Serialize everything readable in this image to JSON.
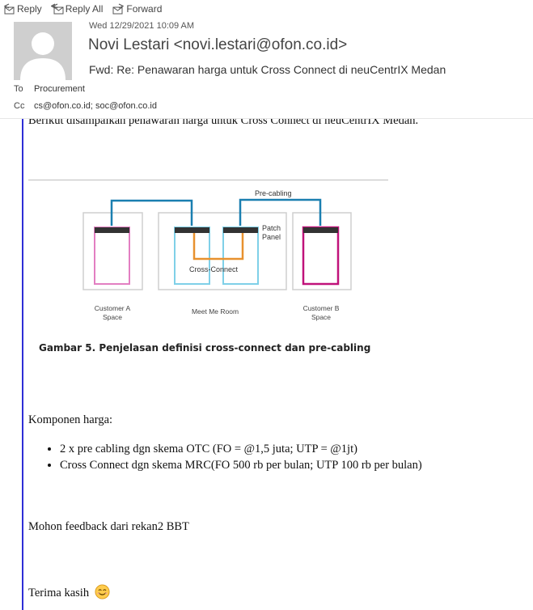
{
  "toolbar": {
    "reply_label": "Reply",
    "reply_all_label": "Reply All",
    "forward_label": "Forward"
  },
  "email": {
    "date": "Wed 12/29/2021 10:09 AM",
    "sender": "Novi Lestari <novi.lestari@ofon.co.id>",
    "subject": "Fwd: Re: Penawaran harga untuk Cross Connect di neuCentrIX Medan",
    "to_label": "To",
    "to_value": "Procurement",
    "cc_label": "Cc",
    "cc_value": "cs@ofon.co.id; soc@ofon.co.id"
  },
  "body": {
    "cutoff_line": "Berikut disampaikan penawaran harga untuk Cross Connect di neuCentrIX Medan.",
    "diagram": {
      "pre_cabling": "Pre-cabling",
      "patch": "Patch",
      "panel": "Panel",
      "cross_connect": "Cross-Connect",
      "customer_a_line1": "Customer A",
      "customer_a_line2": "Space",
      "meet_me_room": "Meet Me Room",
      "customer_b_line1": "Customer B",
      "customer_b_line2": "Space"
    },
    "caption": "Gambar 5. Penjelasan definisi cross-connect dan pre-cabling",
    "komponen": "Komponen harga:",
    "items": [
      "2 x pre cabling dgn skema OTC (FO = @1,5 juta; UTP = @1jt)",
      "Cross Connect dgn skema MRC(FO 500 rb per bulan; UTP 100 rb per bulan)"
    ],
    "mohon": "Mohon feedback dari rekan2 BBT",
    "terima": "Terima kasih",
    "emoji_icon": "smiling-face-icon"
  },
  "colors": {
    "quote_bar": "#2e2ed6",
    "pre_cabling": "#1a7fb0",
    "cross_connect": "#e8912e",
    "customer_a": "#e37fc2",
    "customer_b": "#c0127a",
    "meet_me_racks": "#7fd0e8"
  }
}
